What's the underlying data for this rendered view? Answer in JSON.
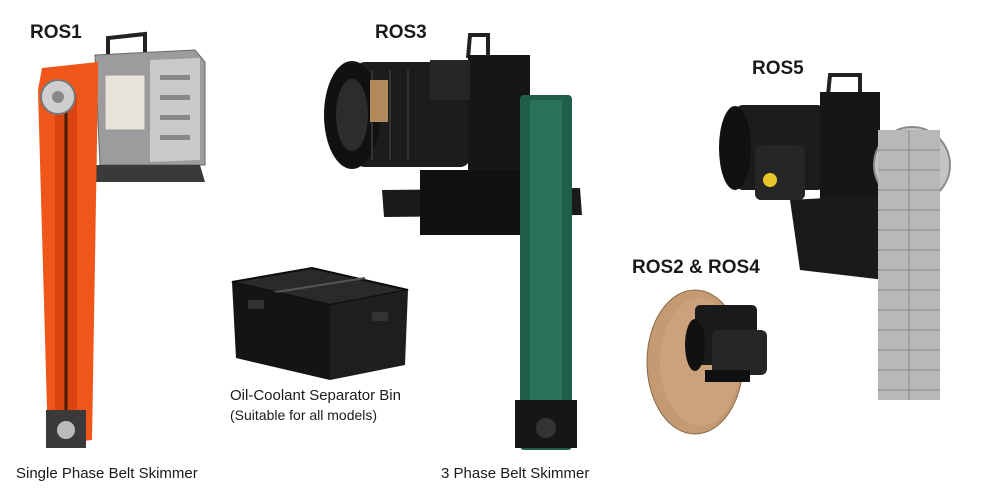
{
  "labels": {
    "ros1": "ROS1",
    "ros3": "ROS3",
    "ros5": "ROS5",
    "ros2_4": "ROS2 & ROS4",
    "bin_title": "Oil-Coolant Separator Bin",
    "bin_note": "(Suitable for all models)",
    "single_phase": "Single Phase Belt Skimmer",
    "three_phase": "3 Phase Belt Skimmer"
  },
  "colors": {
    "orange_belt": "#f0561a",
    "green_belt": "#1f5e4a",
    "steel": "#b8b8b8",
    "black": "#141414"
  }
}
